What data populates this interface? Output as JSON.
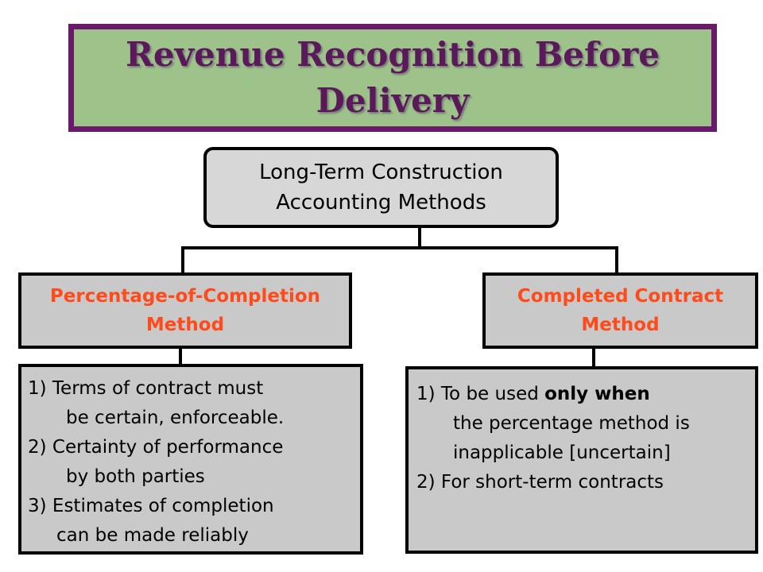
{
  "title": {
    "line1": "Revenue Recognition Before",
    "line2": "Delivery"
  },
  "root": {
    "line1": "Long-Term Construction",
    "line2": "Accounting Methods"
  },
  "left_method": {
    "line1": "Percentage-of-Completion",
    "line2": "Method",
    "items": [
      "1)  Terms of contract must",
      "be certain, enforceable.",
      "2) Certainty of performance",
      "by both parties",
      "3) Estimates of completion",
      "can be made reliably"
    ]
  },
  "right_method": {
    "line1": "Completed Contract",
    "line2": "Method",
    "item1_prefix": "1) To be used ",
    "item1_bold": "only when",
    "item1_cont1": "the percentage method is",
    "item1_cont2": "inapplicable [uncertain]",
    "item2": "2) For short-term contracts"
  },
  "colors": {
    "title_bg": "#9dc38a",
    "title_border": "#6a1a6a",
    "title_text": "#5a1a5a",
    "method_text": "#ff4a1a",
    "box_fill": "#c9c9c9"
  }
}
